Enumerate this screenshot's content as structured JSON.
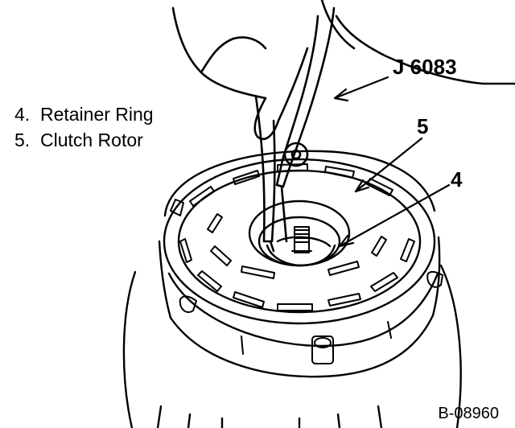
{
  "legend": [
    {
      "num": "4.",
      "label": "Retainer Ring"
    },
    {
      "num": "5.",
      "label": "Clutch Rotor"
    }
  ],
  "callouts": {
    "tool": "J 6083",
    "part5": "5",
    "part4": "4"
  },
  "figure_id": "B-08960",
  "colors": {
    "line": "#000000",
    "background": "#ffffff"
  }
}
